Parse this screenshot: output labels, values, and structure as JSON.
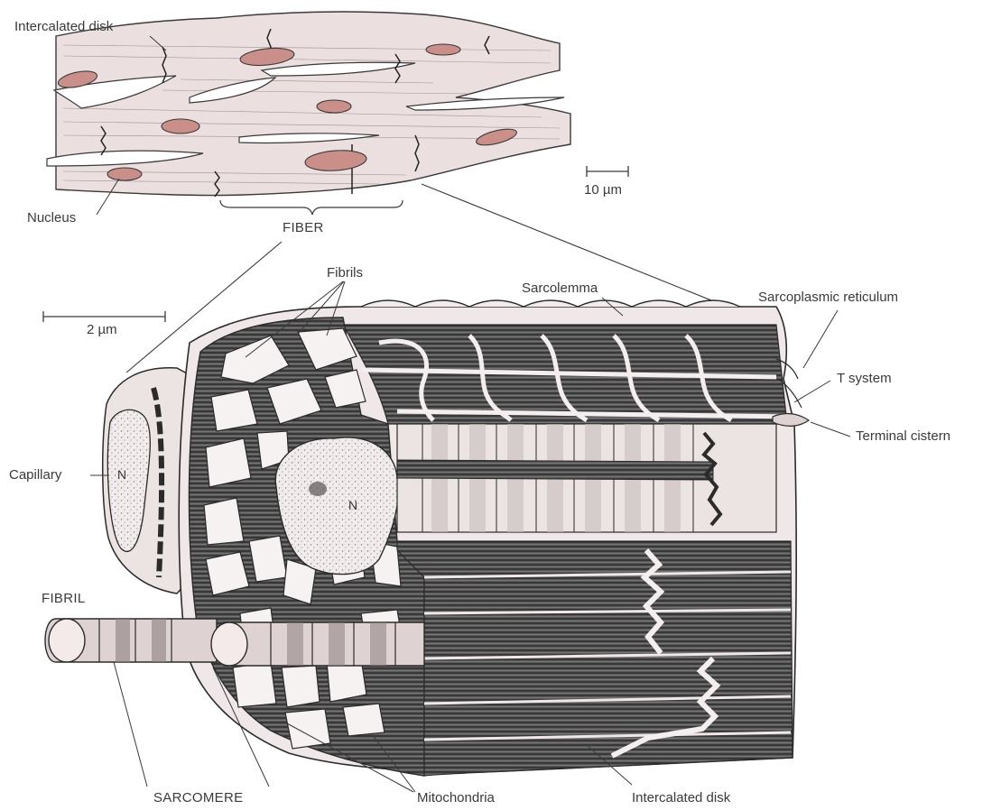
{
  "labels": {
    "intercalated_disk_top": "Intercalated disk",
    "nucleus": "Nucleus",
    "fiber": "FIBER",
    "scale_top": "10 µm",
    "scale_bottom": "2 µm",
    "fibrils": "Fibrils",
    "sarcolemma": "Sarcolemma",
    "sarcoplasmic_reticulum": "Sarcoplasmic reticulum",
    "t_system": "T system",
    "terminal_cistern": "Terminal cistern",
    "capillary": "Capillary",
    "nucleus_capillary_n": "N",
    "nucleus_fiber_n": "N",
    "fibril": "FIBRIL",
    "sarcomere": "SARCOMERE",
    "mitochondria": "Mitochondria",
    "intercalated_disk_bottom": "Intercalated disk"
  },
  "colors": {
    "cell_fill": "#ecdfe0",
    "nucleus_fill": "#c98f88",
    "ink": "#2b2b2b",
    "label_text": "#3a3a3a",
    "fibril_fill": "#f4eaea"
  }
}
